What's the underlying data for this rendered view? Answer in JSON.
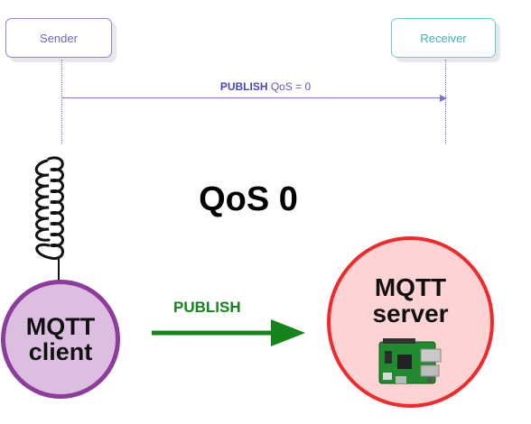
{
  "sequence": {
    "sender_label": "Sender",
    "receiver_label": "Receiver",
    "message_bold": "PUBLISH",
    "message_rest": " QoS = 0"
  },
  "title": "QoS 0",
  "client": {
    "line1": "MQTT",
    "line2": "client"
  },
  "server": {
    "line1": "MQTT",
    "line2": "server"
  },
  "arrow_label": "PUBLISH",
  "colors": {
    "sender_border": "#8d84d8",
    "receiver_border": "#64cfd3",
    "client_fill": "#dcbfe0",
    "client_border": "#8e3c9b",
    "server_fill": "#fed3d3",
    "server_border": "#f02a2a",
    "publish_green": "#15841b"
  },
  "icons": {
    "antenna": "coil-antenna-icon",
    "board": "raspberry-pi-icon"
  }
}
